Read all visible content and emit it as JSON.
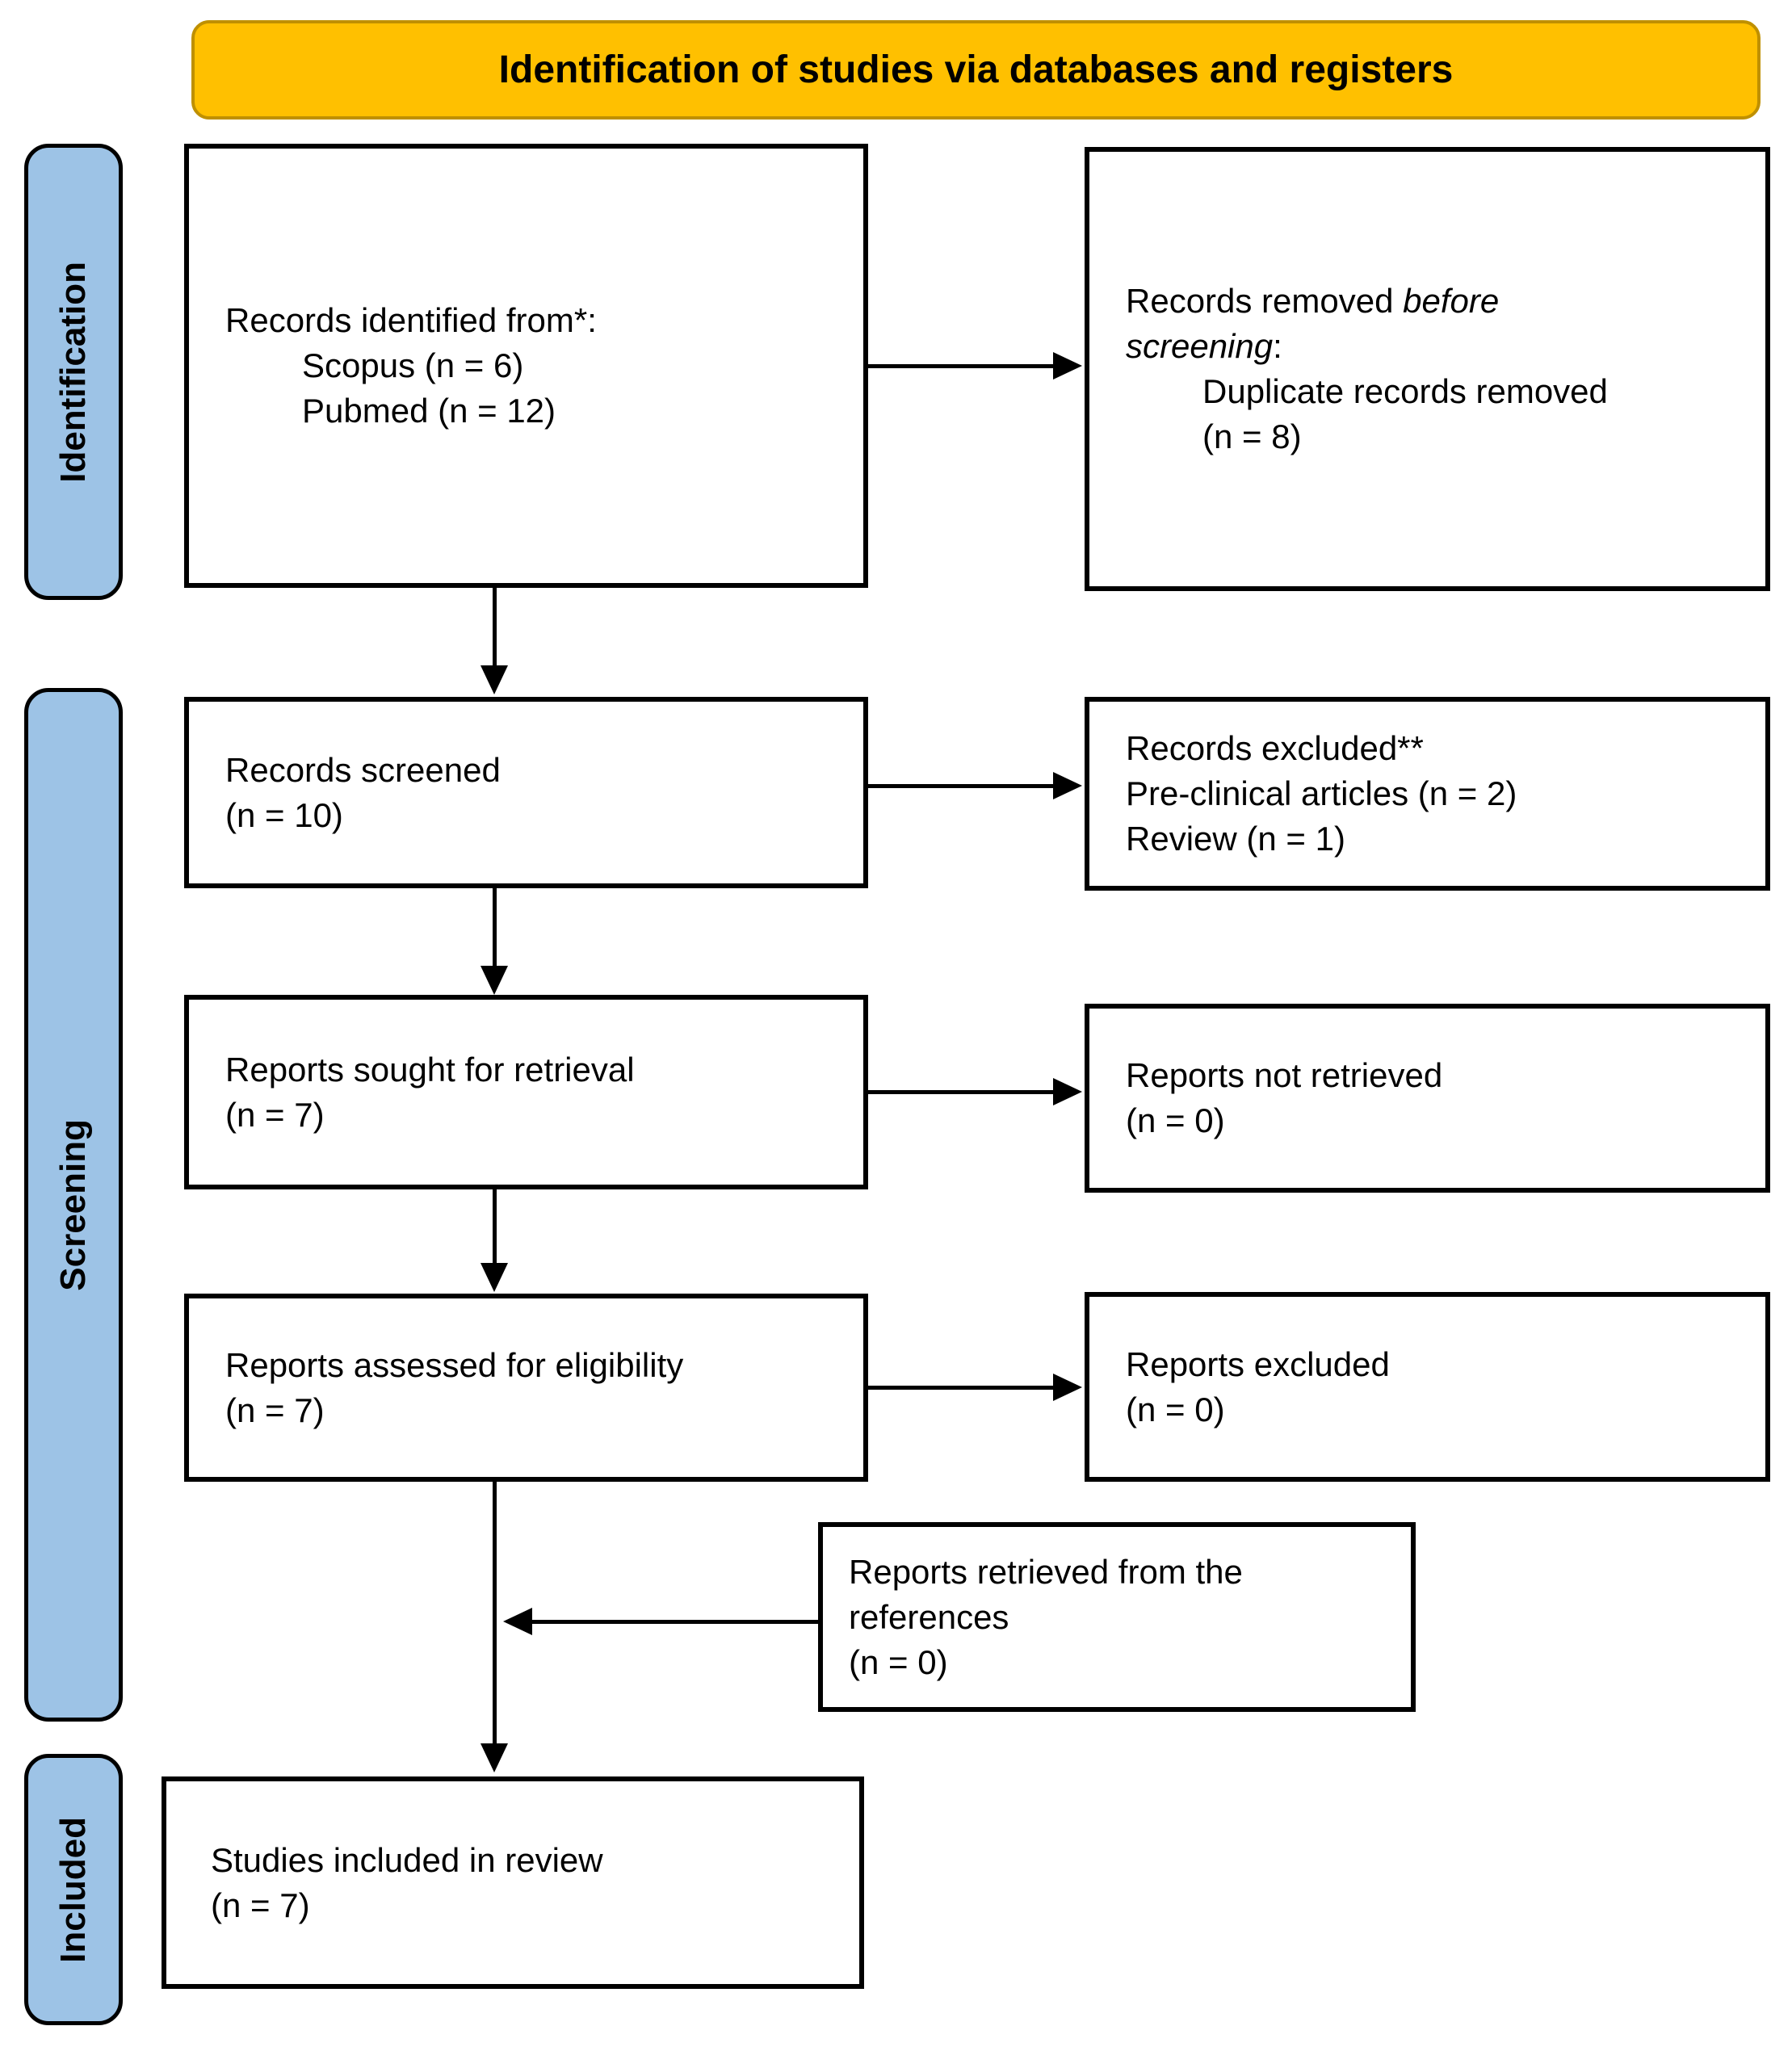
{
  "banner": {
    "title": "Identification of studies via databases and registers"
  },
  "stages": [
    {
      "label": "Identification"
    },
    {
      "label": "Screening"
    },
    {
      "label": "Included"
    }
  ],
  "boxes": {
    "identified": {
      "title": "Records identified from*:",
      "items": [
        "Scopus (n = 6)",
        "Pubmed (n = 12)"
      ]
    },
    "removed": {
      "pre": "Records removed ",
      "italic1": "before",
      "italic2": "screening",
      "post": ":",
      "items": [
        "Duplicate records removed",
        "(n = 8)"
      ]
    },
    "screened": {
      "lines": [
        "Records screened",
        "(n = 10)"
      ]
    },
    "excluded": {
      "lines": [
        "Records excluded**",
        "Pre-clinical articles (n = 2)",
        "Review (n = 1)"
      ]
    },
    "sought": {
      "lines": [
        "Reports sought for retrieval",
        "(n = 7)"
      ]
    },
    "not_retrieved": {
      "lines": [
        "Reports not retrieved",
        "(n = 0)"
      ]
    },
    "assessed": {
      "lines": [
        "Reports assessed for eligibility",
        "(n = 7)"
      ]
    },
    "reports_excluded": {
      "lines": [
        "Reports excluded",
        "(n = 0)"
      ]
    },
    "references": {
      "lines": [
        "Reports retrieved from the",
        "references",
        "(n = 0)"
      ]
    },
    "included_review": {
      "lines": [
        "Studies included in review",
        "(n = 7)"
      ]
    }
  },
  "colors": {
    "banner_fill": "#FFC000",
    "banner_border": "#BF9000",
    "stage_fill": "#9DC3E6",
    "box_border": "#000000",
    "arrow": "#000000"
  }
}
